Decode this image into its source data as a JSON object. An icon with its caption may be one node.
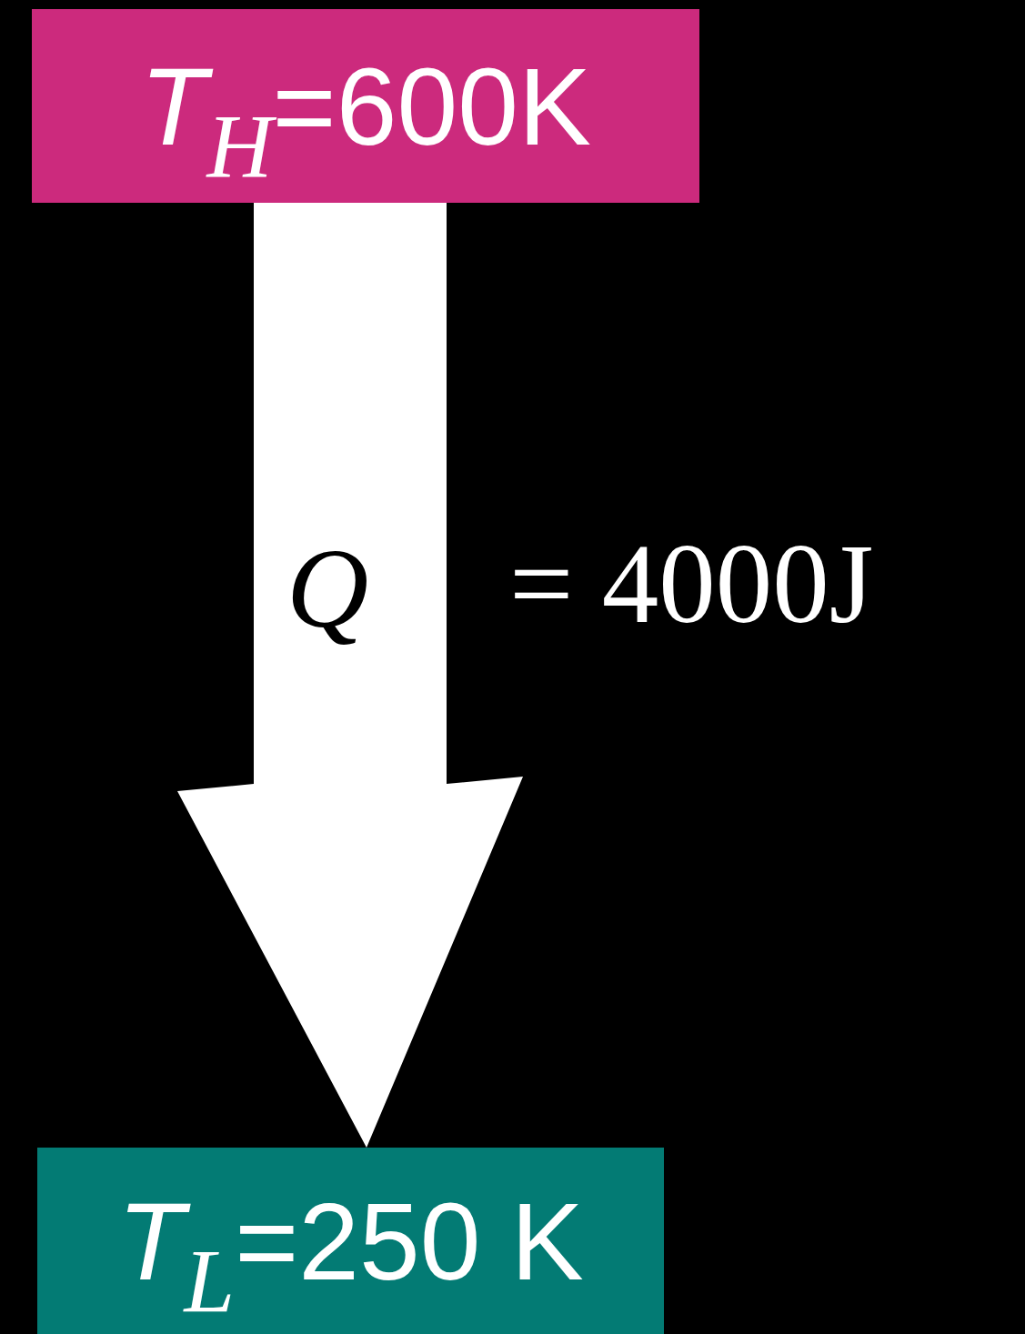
{
  "diagram": {
    "nodes": [
      {
        "text": [
          "*T*$_{H}$=600K"
        ]
      },
      {
        "text": [
          "*T*$_{L}$=250 K"
        ]
      }
    ],
    "edges": [
      {
        "from": 0,
        "to": 1,
        "arrow": "to",
        "style": "thick",
        "label": "Q"
      }
    ],
    "labels": [
      "= 4000J"
    ]
  }
}
